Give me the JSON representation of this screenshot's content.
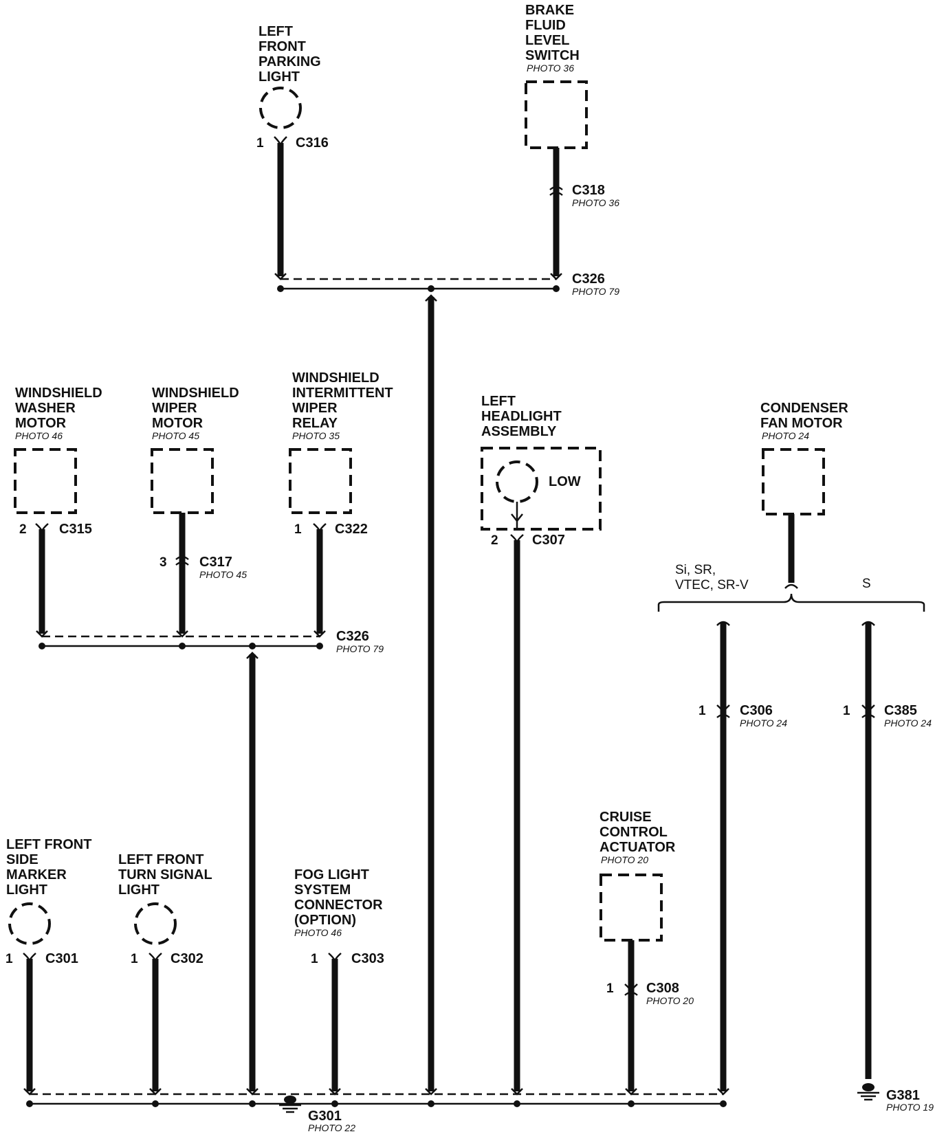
{
  "components": {
    "left_front_parking_light": {
      "l1": "LEFT",
      "l2": "FRONT",
      "l3": "PARKING",
      "l4": "LIGHT"
    },
    "brake_fluid_level_switch": {
      "l1": "BRAKE",
      "l2": "FLUID",
      "l3": "LEVEL",
      "l4": "SWITCH",
      "photo": "PHOTO 36"
    },
    "windshield_washer_motor": {
      "l1": "WINDSHIELD",
      "l2": "WASHER",
      "l3": "MOTOR",
      "photo": "PHOTO 46"
    },
    "windshield_wiper_motor": {
      "l1": "WINDSHIELD",
      "l2": "WIPER",
      "l3": "MOTOR",
      "photo": "PHOTO 45"
    },
    "windshield_intermittent_wiper_relay": {
      "l1": "WINDSHIELD",
      "l2": "INTERMITTENT",
      "l3": "WIPER",
      "l4": "RELAY",
      "photo": "PHOTO 35"
    },
    "left_headlight_assembly": {
      "l1": "LEFT",
      "l2": "HEADLIGHT",
      "l3": "ASSEMBLY",
      "low": "LOW"
    },
    "condenser_fan_motor": {
      "l1": "CONDENSER",
      "l2": "FAN MOTOR",
      "photo": "PHOTO 24"
    },
    "cruise_control_actuator": {
      "l1": "CRUISE",
      "l2": "CONTROL",
      "l3": "ACTUATOR",
      "photo": "PHOTO 20"
    },
    "left_front_side_marker_light": {
      "l1": "LEFT FRONT",
      "l2": "SIDE",
      "l3": "MARKER",
      "l4": "LIGHT"
    },
    "left_front_turn_signal_light": {
      "l1": "LEFT FRONT",
      "l2": "TURN SIGNAL",
      "l3": "LIGHT"
    },
    "fog_light_system_connector": {
      "l1": "FOG LIGHT",
      "l2": "SYSTEM",
      "l3": "CONNECTOR",
      "l4": "(OPTION)",
      "photo": "PHOTO 46"
    }
  },
  "connectors": {
    "c316": {
      "name": "C316",
      "pin": "1"
    },
    "c318": {
      "name": "C318",
      "photo": "PHOTO 36"
    },
    "c326_top": {
      "name": "C326",
      "photo": "PHOTO 79"
    },
    "c315": {
      "name": "C315",
      "pin": "2"
    },
    "c317": {
      "name": "C317",
      "pin": "3",
      "photo": "PHOTO 45"
    },
    "c322": {
      "name": "C322",
      "pin": "1"
    },
    "c326_mid": {
      "name": "C326",
      "photo": "PHOTO 79"
    },
    "c307": {
      "name": "C307",
      "pin": "2"
    },
    "c306": {
      "name": "C306",
      "pin": "1",
      "photo": "PHOTO 24"
    },
    "c385": {
      "name": "C385",
      "pin": "1",
      "photo": "PHOTO 24"
    },
    "c308": {
      "name": "C308",
      "pin": "1",
      "photo": "PHOTO 20"
    },
    "c301": {
      "name": "C301",
      "pin": "1"
    },
    "c302": {
      "name": "C302",
      "pin": "1"
    },
    "c303": {
      "name": "C303",
      "pin": "1"
    }
  },
  "grounds": {
    "g301": {
      "name": "G301",
      "photo": "PHOTO 22"
    },
    "g381": {
      "name": "G381",
      "photo": "PHOTO 19"
    }
  },
  "variants": {
    "left": "Si, SR,",
    "left2": "VTEC, SR-V",
    "right": "S"
  }
}
